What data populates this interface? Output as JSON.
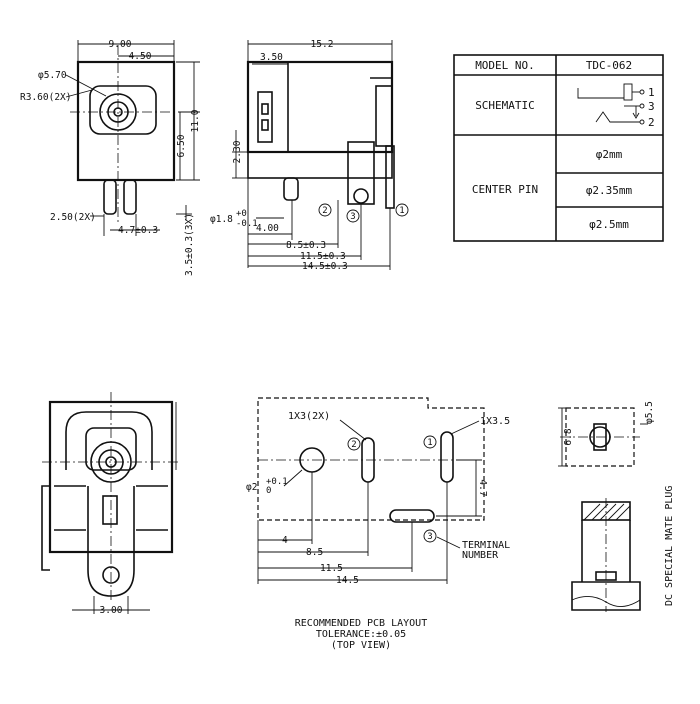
{
  "spec_table": {
    "model_no_label": "MODEL NO.",
    "model_no_value": "TDC-062",
    "schematic_label": "SCHEMATIC",
    "schematic_pins": [
      "1",
      "3",
      "2"
    ],
    "center_pin_label": "CENTER PIN",
    "center_pin_options": [
      "φ2mm",
      "φ2.35mm",
      "φ2.5mm"
    ]
  },
  "front_view": {
    "width": "9.00",
    "half_width": "4.50",
    "hole_dia": "φ5.70",
    "radius": "R3.60(2X)",
    "pin_to_top": "6.50",
    "height": "11.0",
    "pin_pitch": "4.7±0.3",
    "pin_width": "2.50(2X)",
    "pin_length": "3.5±0.3(3X)"
  },
  "side_view": {
    "length": "15.2",
    "front_offset": "3.50",
    "height_offset": "2.30",
    "pin_dia": "φ1.8",
    "pin_dia_tol_upper": "+0",
    "pin_dia_tol_lower": "-0.1",
    "dim_4": "4.00",
    "dim_8_5": "8.5±0.3",
    "dim_11_5": "11.5±0.3",
    "dim_14_5": "14.5±0.3",
    "terminals": [
      "2",
      "3",
      "1"
    ]
  },
  "bottom_view": {
    "width": "3.00"
  },
  "pcb_layout": {
    "slot_23": "1X3(2X)",
    "slot_1": "1X3.5",
    "hole_dia": "φ2",
    "hole_tol_upper": "+0.1",
    "hole_tol_lower": "0",
    "dim_4": "4",
    "dim_8_5": "8.5",
    "dim_11_5": "11.5",
    "dim_14_5": "14.5",
    "dim_4_7": "4.7",
    "terminal_number_1": "TERMINAL",
    "terminal_number_2": "NUMBER",
    "terminal_ids": [
      "2",
      "1",
      "3"
    ],
    "title": "RECOMMENDED PCB LAYOUT",
    "tolerance": "TOLERANCE:±0.05",
    "view": "(TOP VIEW)"
  },
  "mate_plug": {
    "dia": "φ5.5",
    "dim": "6.8",
    "label": "DC SPECIAL MATE PLUG"
  }
}
